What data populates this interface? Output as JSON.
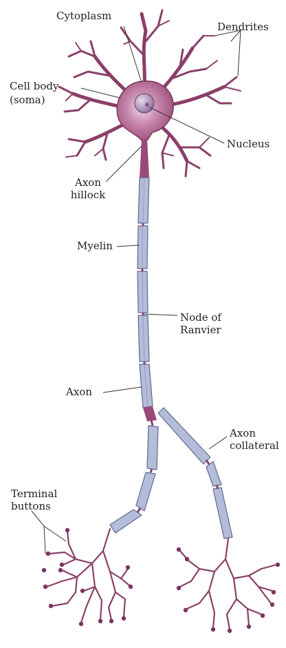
{
  "labels": {
    "cytoplasm": "Cytoplasm",
    "dendrites": "Dendrites",
    "cell_body": "Cell body",
    "soma": "(soma)",
    "nucleus": "Nucleus",
    "axon_hillock_1": "Axon",
    "axon_hillock_2": "hillock",
    "myelin": "Myelin",
    "node_1": "Node of",
    "node_2": "Ranvier",
    "axon": "Axon",
    "collateral_1": "Axon",
    "collateral_2": "collateral",
    "terminal_1": "Terminal",
    "terminal_2": "buttons"
  },
  "colors": {
    "neuron": "#8a3f6a",
    "soma_fill": "#b56894",
    "soma_light": "#e6c2d6",
    "nucleus": "#a78bb0",
    "myelin": "#b3bdd9",
    "myelin_stroke": "#5f6891",
    "leader": "#333333",
    "text": "#1e1e1e"
  }
}
